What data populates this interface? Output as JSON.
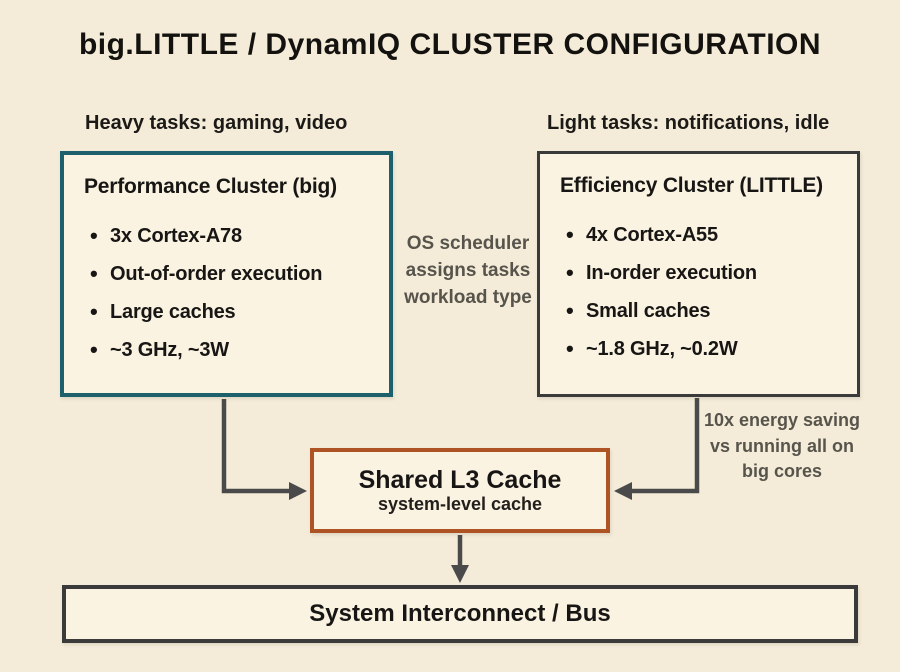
{
  "title": "big.LITTLE / DynamIQ CLUSTER CONFIGURATION",
  "clusters": {
    "big": {
      "task_label": "Heavy tasks: gaming, video",
      "title": "Performance Cluster (big)",
      "bullets": [
        "3x Cortex-A78",
        "Out-of-order execution",
        "Large caches",
        "~3 GHz, ~3W"
      ],
      "border_color": "#1d5f6b"
    },
    "little": {
      "task_label": "Light tasks: notifications, idle",
      "title": "Efficiency Cluster (LITTLE)",
      "bullets": [
        "4x Cortex-A55",
        "In-order execution",
        "Small caches",
        "~1.8 GHz, ~0.2W"
      ],
      "border_color": "#3a3a3a"
    }
  },
  "notes": {
    "scheduler": {
      "line1": "OS scheduler",
      "line2": "assigns tasks",
      "line3": "workload type"
    },
    "energy": {
      "line1": "10x energy saving",
      "line2": "vs running all on",
      "line3": "big cores"
    }
  },
  "l3_cache": {
    "title": "Shared L3 Cache",
    "subtitle": "system-level cache",
    "border_color": "#ae5424"
  },
  "bus": {
    "title": "System Interconnect / Bus"
  },
  "colors": {
    "background": "#f4ecd9",
    "box_fill": "#faf3e2",
    "text": "#181614",
    "note_text": "#57544c",
    "arrow": "#4a4a4a"
  }
}
